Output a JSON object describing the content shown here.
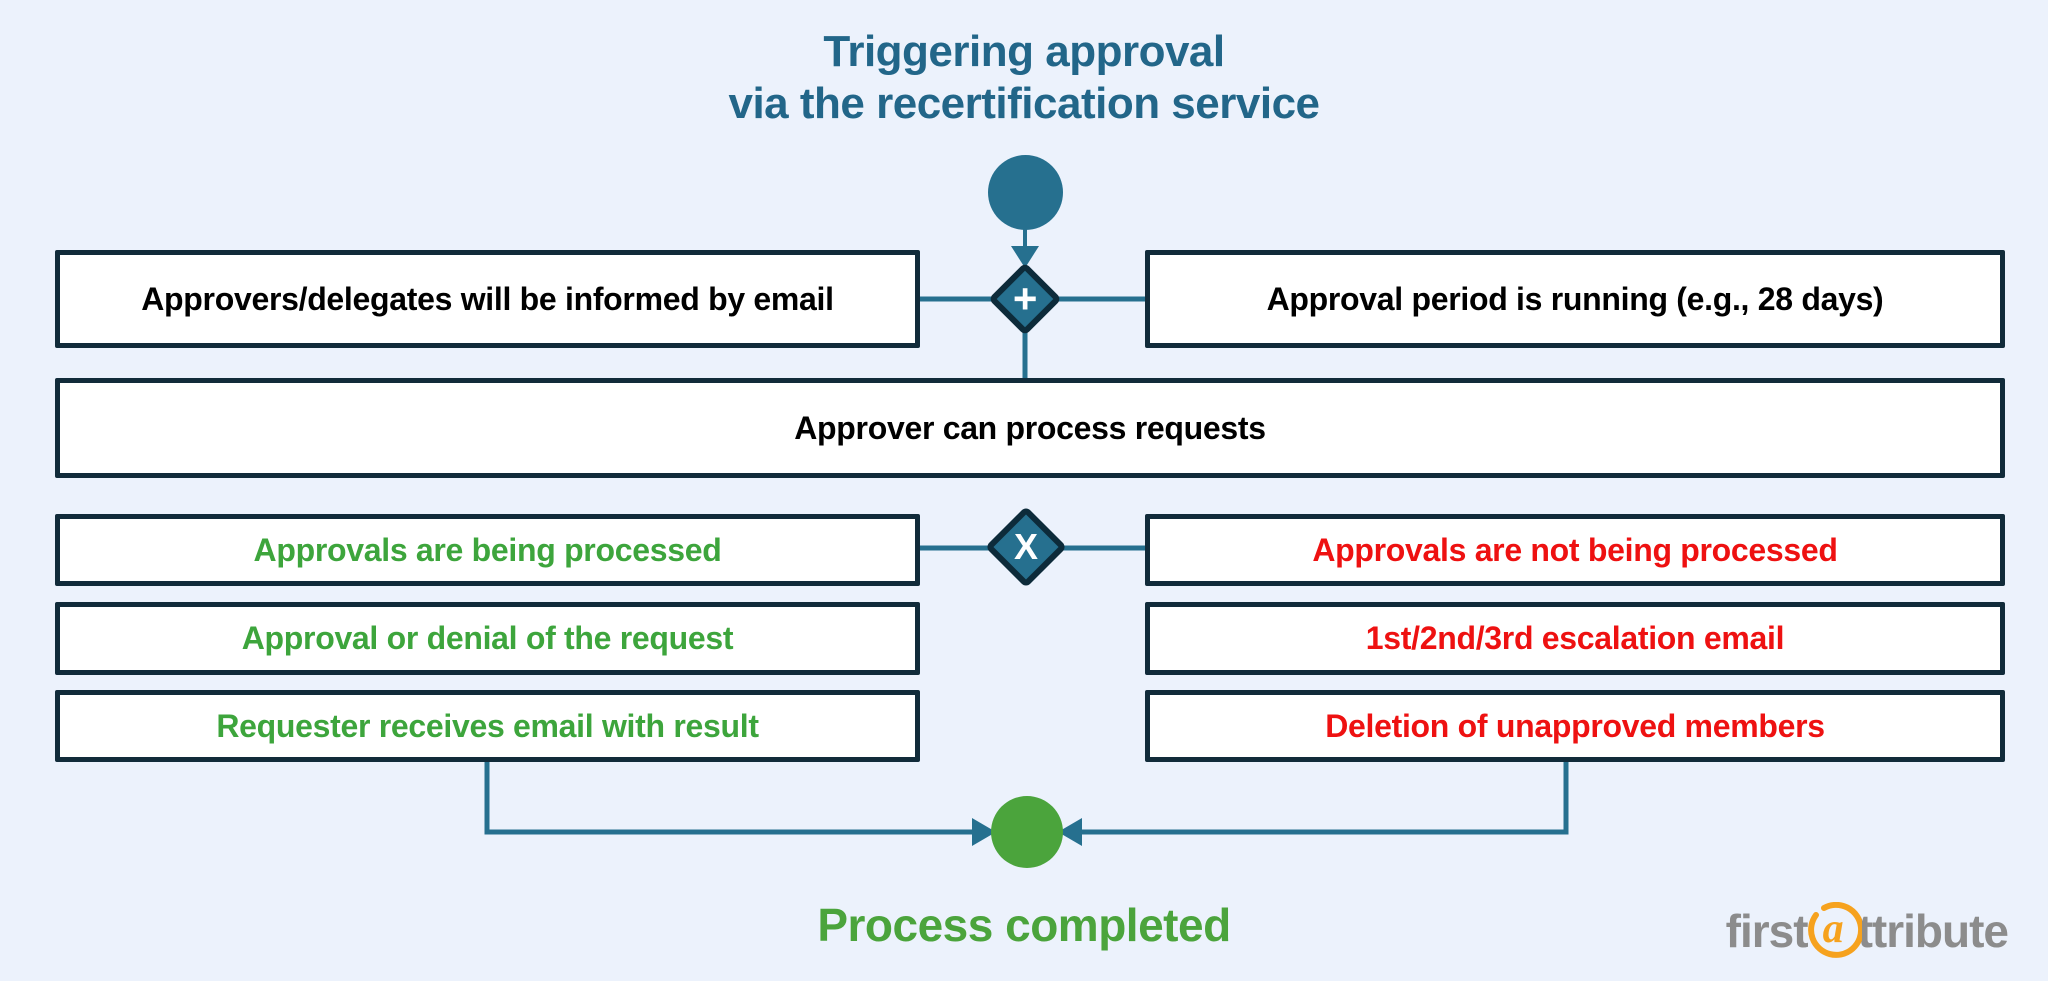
{
  "title": {
    "line1": "Triggering approval",
    "line2": "via the recertification service"
  },
  "gateways": {
    "parallel_label": "+",
    "exclusive_label": "X"
  },
  "boxes": {
    "left_top": "Approvers/delegates will be informed by email",
    "right_top": "Approval period is running (e.g., 28 days)",
    "wide": "Approver can process requests",
    "left_1": "Approvals are being processed",
    "left_2": "Approval or denial of the request",
    "left_3": "Requester receives email with result",
    "right_1": "Approvals are not being processed",
    "right_2": "1st/2nd/3rd  escalation email",
    "right_3": "Deletion of unapproved members"
  },
  "footer": {
    "process_completed": "Process completed"
  },
  "logo": {
    "prefix": "first",
    "at_letter": "a",
    "suffix": "ttribute"
  },
  "colors": {
    "background": "#ECF2FC",
    "teal_shape": "#26708F",
    "title_text": "#226689",
    "box_border": "#112B3A",
    "green_text": "#3DA53C",
    "red_text": "#EE1111",
    "end_circle_green": "#4BA43C",
    "logo_gray": "#8C8C8C",
    "logo_orange": "#F6A21E"
  }
}
